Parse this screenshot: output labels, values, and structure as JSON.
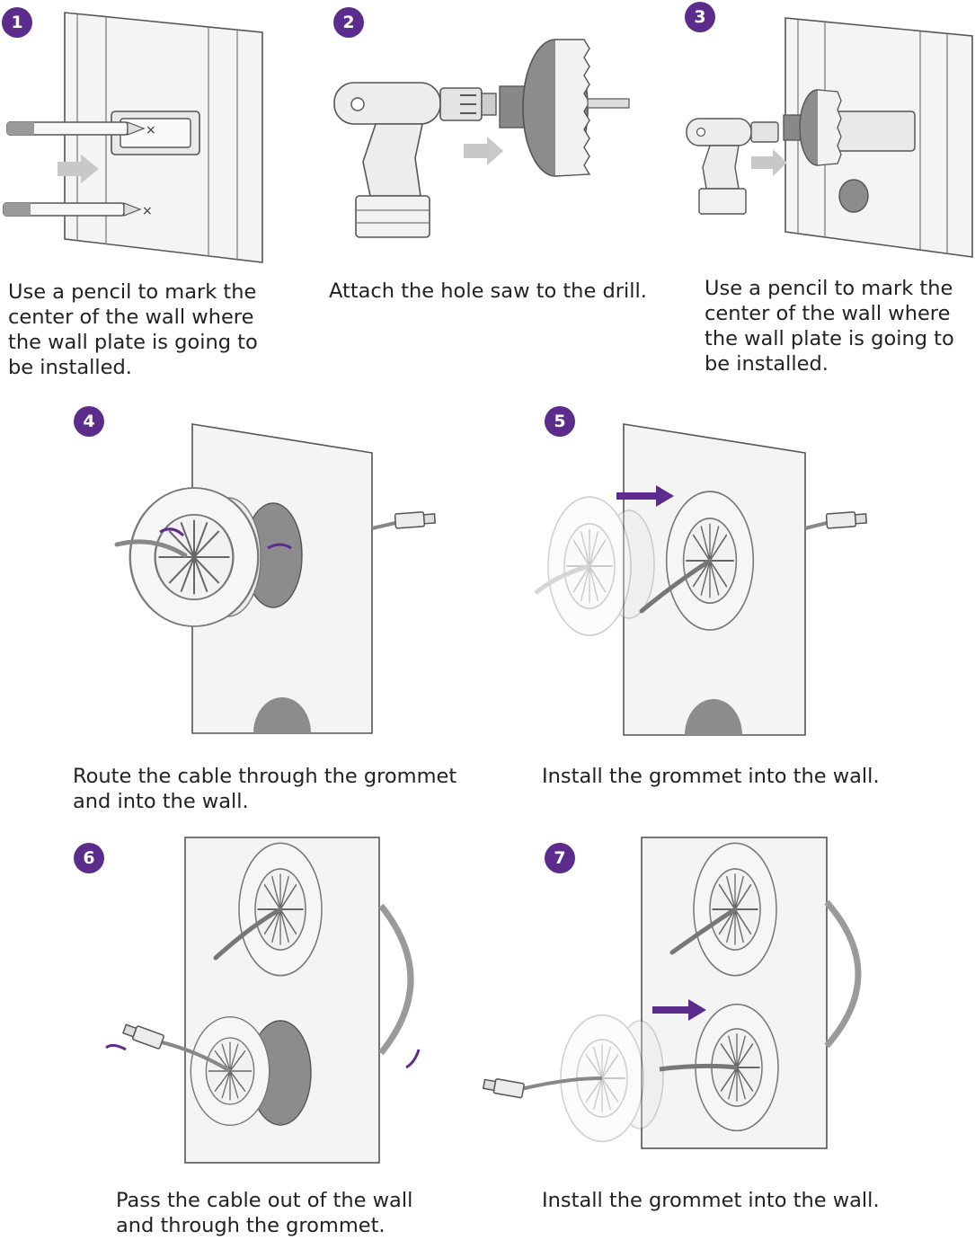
{
  "accent_color": "#5b2c8c",
  "steps": [
    {
      "number": "1",
      "caption": "Use a pencil to mark the\ncenter of the wall where\nthe wall plate is going to\nbe installed."
    },
    {
      "number": "2",
      "caption": "Attach the hole saw to the drill."
    },
    {
      "number": "3",
      "caption": "Use a pencil to mark the\ncenter of the wall where\nthe wall plate is going to\nbe installed."
    },
    {
      "number": "4",
      "caption": "Route the cable through the grommet\nand into the wall."
    },
    {
      "number": "5",
      "caption": "Install the grommet into the wall."
    },
    {
      "number": "6",
      "caption": "Pass the cable out of the wall\nand through the grommet."
    },
    {
      "number": "7",
      "caption": "Install the grommet into the wall."
    }
  ]
}
